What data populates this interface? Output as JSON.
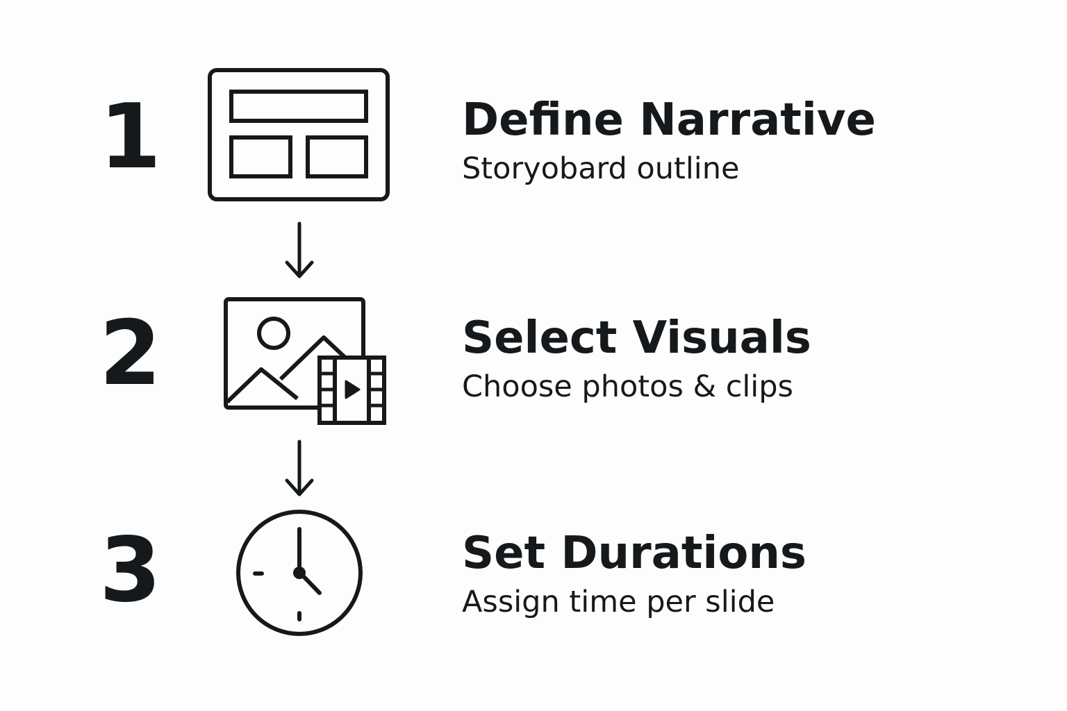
{
  "steps": [
    {
      "number": "1",
      "title": "Define Narrative",
      "subtitle": "Storyobard outline",
      "icon": "storyboard-icon"
    },
    {
      "number": "2",
      "title": "Select Visuals",
      "subtitle": "Choose photos & clips",
      "icon": "image-and-film-icon"
    },
    {
      "number": "3",
      "title": "Set Durations",
      "subtitle": "Assign time per slide",
      "icon": "clock-icon"
    }
  ],
  "colors": {
    "background": "#fdfdfd",
    "ink": "#15191c"
  }
}
